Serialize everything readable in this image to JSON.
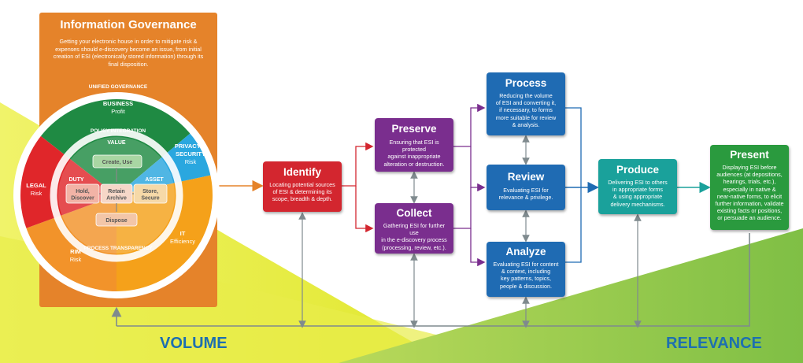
{
  "information_governance": {
    "title": "Information Governance",
    "description": "Getting your electronic house in order to mitigate risk & expenses should e-discovery become an issue, from initial creation of ESI (electronically stored information) through its final disposition."
  },
  "wheel": {
    "ring_labels": {
      "unified_governance": "UNIFIED GOVERNANCE",
      "policy_integration": "POLICY INTEGRATION",
      "process_transparency": "PROCESS TRANSPARENCY"
    },
    "segments": {
      "business": {
        "title": "BUSINESS",
        "sub": "Profit",
        "color": "#1f8a43"
      },
      "privacy": {
        "title": "PRIVACY &",
        "title2": "SECURITY",
        "sub": "Risk",
        "color": "#2aa7df"
      },
      "it": {
        "title": "IT",
        "sub": "Efficiency",
        "color": "#f5a11a"
      },
      "rim": {
        "title": "RIM",
        "sub": "Risk",
        "color": "#f39a1e"
      },
      "legal": {
        "title": "LEGAL",
        "sub": "Risk",
        "color": "#e0262a"
      }
    },
    "inner": {
      "value": "VALUE",
      "duty": "DUTY",
      "asset": "ASSET",
      "create_use": "Create, Use",
      "hold_discover": [
        "Hold,",
        "Discover"
      ],
      "retain_archive": [
        "Retain",
        "Archive"
      ],
      "store_secure": [
        "Store,",
        "Secure"
      ],
      "dispose": "Dispose"
    }
  },
  "stages": {
    "identify": {
      "title": "Identify",
      "desc": [
        "Locating potential sources",
        "of ESI & determining its",
        "scope, breadth & depth."
      ],
      "color": "#d3262f"
    },
    "preserve": {
      "title": "Preserve",
      "desc": [
        "Ensuring that ESI is protected",
        "against inappropriate",
        "alteration or destruction."
      ],
      "color": "#7a2e8e"
    },
    "collect": {
      "title": "Collect",
      "desc": [
        "Gathering ESI for further use",
        "in the e-discovery process",
        "(processing, review, etc.)."
      ],
      "color": "#7a2e8e"
    },
    "process": {
      "title": "Process",
      "desc": [
        "Reducing the volume",
        "of ESI and converting it,",
        "if necessary, to forms",
        "more suitable for review",
        "& analysis."
      ],
      "color": "#1f6bb3"
    },
    "review": {
      "title": "Review",
      "desc": [
        "Evaluating ESI for",
        "relevance & privilege."
      ],
      "color": "#1f6bb3"
    },
    "analyze": {
      "title": "Analyze",
      "desc": [
        "Evaluating ESI for content",
        "& context, including",
        "key patterns, topics,",
        "people & discussion."
      ],
      "color": "#1f6bb3"
    },
    "produce": {
      "title": "Produce",
      "desc": [
        "Delivering ESI to others",
        "in appropriate forms",
        "& using appropriate",
        "delivery mechanisms."
      ],
      "color": "#1aa19b"
    },
    "present": {
      "title": "Present",
      "desc": [
        "Displaying ESI before",
        "audiences (at depositions,",
        "hearings, trials, etc.),",
        "especially in native &",
        "near-native forms, to elicit",
        "further information, validate",
        "existing facts or positions,",
        "or persuade an audience."
      ],
      "color": "#2a9a3e"
    }
  },
  "bottom": {
    "volume": "VOLUME",
    "relevance": "RELEVANCE"
  },
  "colors": {
    "orange_panel": "#e5832a",
    "yellow_band": "#e6ea3c",
    "green_band": "#8ec63f",
    "text_blue": "#1d6fb0",
    "connector_red": "#d3262f",
    "connector_purple": "#7a2e8e",
    "connector_blue": "#1f6bb3",
    "connector_teal": "#1aa19b",
    "arrow_gray": "#7f8a8e"
  }
}
